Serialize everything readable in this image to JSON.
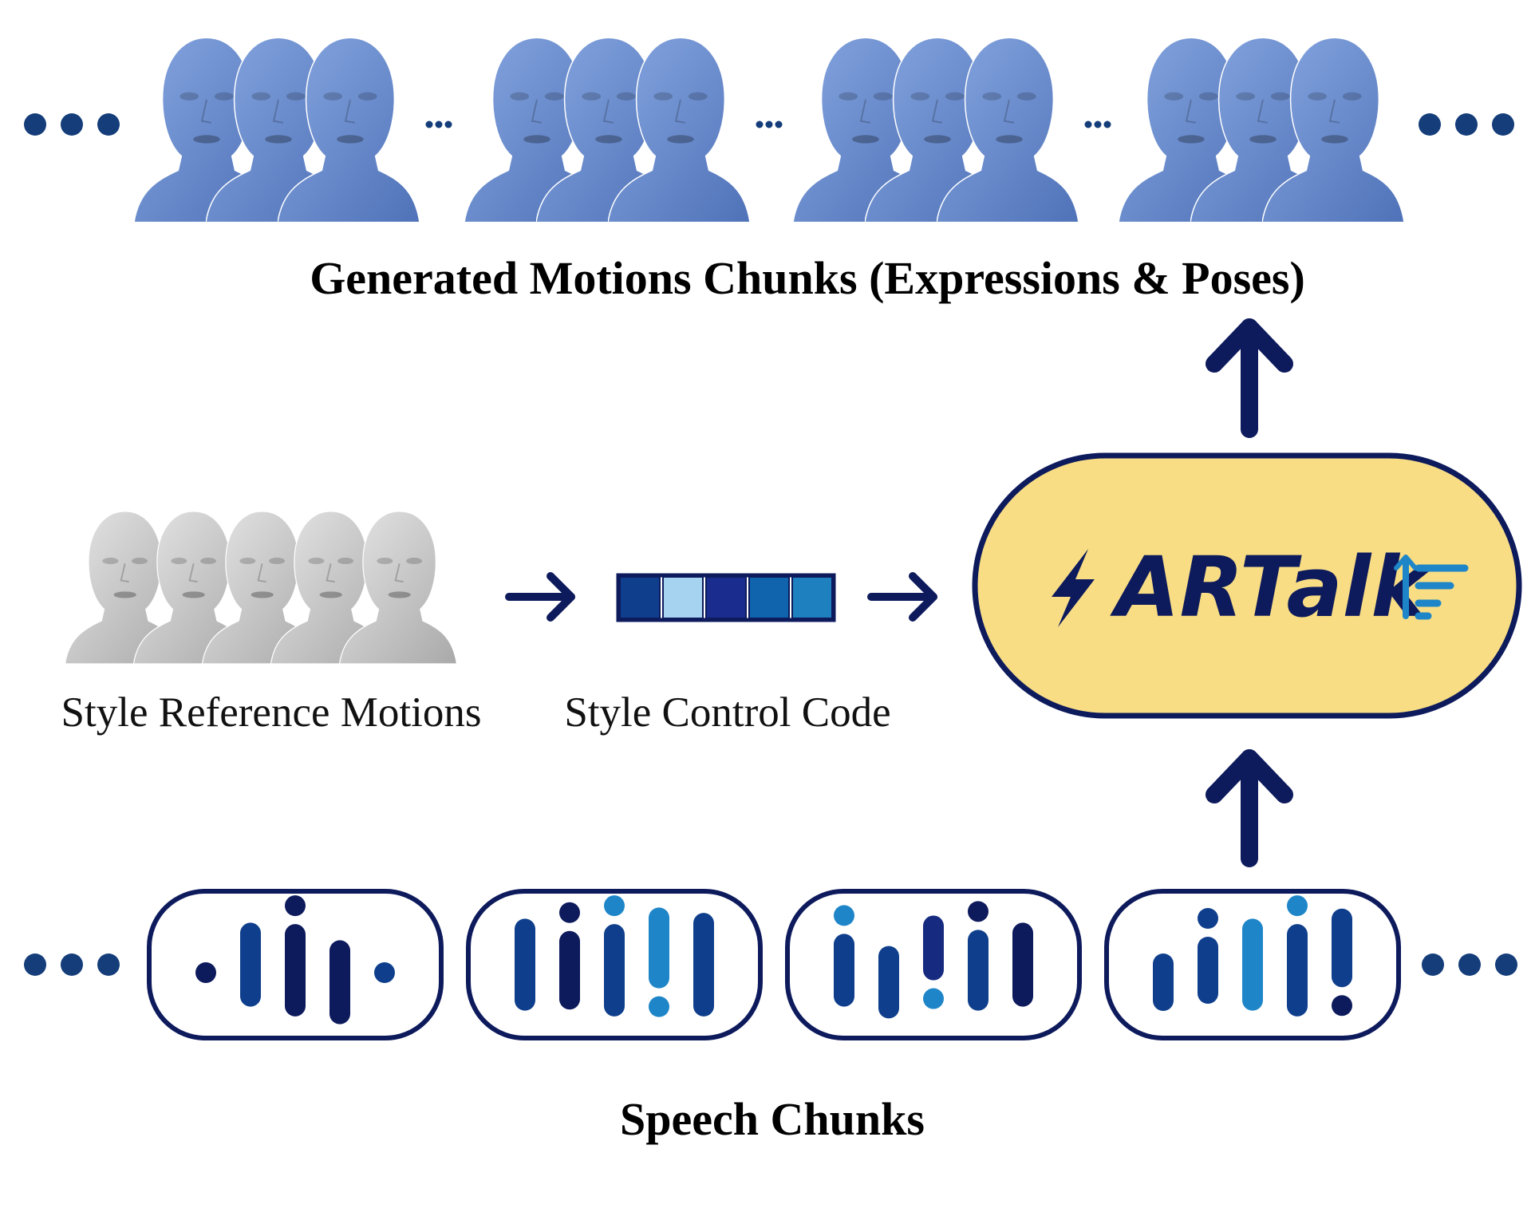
{
  "colors": {
    "navy": "#0d1a5c",
    "dots": "#143d7a",
    "head_blue": "#6a8fd1",
    "head_grey": "#c9c9c9",
    "artalk_fill": "#f8dd85",
    "artalk_logo": "#0d1a5c",
    "logo_accent": "#1e86c8",
    "bar_palette": [
      "#0d1a5c",
      "#0f3f8c",
      "#1e86c8",
      "#162a80"
    ]
  },
  "generated_motions": {
    "label": "Generated Motions Chunks (Expressions & Poses)",
    "chunk_count": 4,
    "heads_per_chunk": 3,
    "separator": "...",
    "continuation": "..."
  },
  "style_reference": {
    "label": "Style Reference Motions",
    "head_count": 5
  },
  "style_code": {
    "label": "Style Control Code",
    "cells": [
      "#0f3f8c",
      "#a6d3f0",
      "#1a2d8e",
      "#0f64ad",
      "#1f80c0"
    ]
  },
  "model": {
    "name": "ARTalk",
    "bolt_icon": "lightning-bolt-icon",
    "stream_icon": "stream-lines-icon"
  },
  "speech": {
    "label": "Speech Chunks",
    "continuation": "...",
    "chunks": [
      {
        "glyphs": [
          {
            "type": "dot",
            "c": 0
          },
          {
            "type": "bar",
            "len": 0.55,
            "c": 1
          },
          {
            "type": "i",
            "len": 0.72,
            "c": 0
          },
          {
            "type": "bar",
            "len": 0.55,
            "c": 0,
            "drop": true
          },
          {
            "type": "dot",
            "c": 1
          }
        ]
      },
      {
        "glyphs": [
          {
            "type": "bar",
            "len": 0.62,
            "c": 1
          },
          {
            "type": "i",
            "len": 0.6,
            "c": 0
          },
          {
            "type": "i",
            "len": 0.72,
            "c": 1,
            "dotc": 2
          },
          {
            "type": "excl",
            "len": 0.62,
            "c": 2
          },
          {
            "type": "bar",
            "len": 0.72,
            "c": 1
          }
        ]
      },
      {
        "glyphs": [
          {
            "type": "i",
            "len": 0.55,
            "c": 1,
            "dotc": 2
          },
          {
            "type": "bar",
            "len": 0.45,
            "c": 1,
            "drop": true
          },
          {
            "type": "excl",
            "len": 0.48,
            "c": 3,
            "dotc": 2
          },
          {
            "type": "i",
            "len": 0.62,
            "c": 1,
            "dotc": 0
          },
          {
            "type": "bar",
            "len": 0.55,
            "c": 0
          }
        ]
      },
      {
        "glyphs": [
          {
            "type": "bar",
            "len": 0.32,
            "c": 1,
            "drop": true
          },
          {
            "type": "i",
            "len": 0.5,
            "c": 1
          },
          {
            "type": "bar",
            "len": 0.62,
            "c": 2
          },
          {
            "type": "i",
            "len": 0.72,
            "c": 1,
            "dotc": 2
          },
          {
            "type": "excl",
            "len": 0.6,
            "c": 1,
            "dotc": 0
          }
        ]
      }
    ]
  }
}
